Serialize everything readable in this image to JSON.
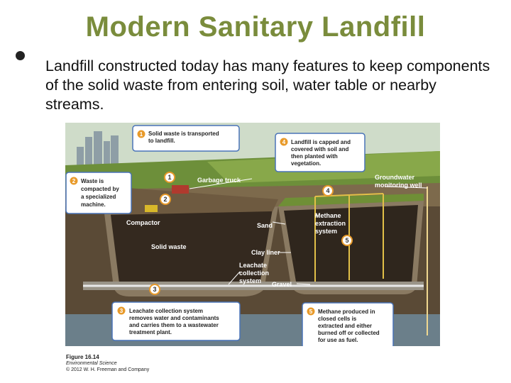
{
  "slide": {
    "title": "Modern Sanitary Landfill",
    "bullet": "Landfill constructed today has many features to keep components of the solid waste from entering soil, water table or nearby streams."
  },
  "figure": {
    "callouts": [
      {
        "num": "1",
        "text_lines": [
          "Solid waste is transported",
          "to landfill."
        ]
      },
      {
        "num": "2",
        "text_lines": [
          "Waste is",
          "compacted by",
          "a specialized",
          "machine."
        ]
      },
      {
        "num": "3",
        "text_lines": [
          "Leachate collection system",
          "removes water and contaminants",
          "and carries them to a wastewater",
          "treatment plant."
        ]
      },
      {
        "num": "4",
        "text_lines": [
          "Landfill is capped and",
          "covered with soil and",
          "then planted with",
          "vegetation."
        ]
      },
      {
        "num": "5",
        "text_lines": [
          "Methane produced in",
          "closed cells is",
          "extracted and either",
          "burned off or collected",
          "for use as fuel."
        ]
      }
    ],
    "markers": [
      "1",
      "2",
      "3",
      "4",
      "5"
    ],
    "labels": {
      "garbage_truck": "Garbage truck",
      "groundwater_1": "Groundwater",
      "groundwater_2": "monitoring well",
      "compactor": "Compactor",
      "sand": "Sand",
      "methane_1": "Methane",
      "methane_2": "extraction",
      "methane_3": "system",
      "solid_waste": "Solid waste",
      "clay_liner": "Clay liner",
      "leachate_1": "Leachate",
      "leachate_2": "collection",
      "leachate_3": "system",
      "gravel": "Gravel"
    },
    "caption": {
      "number": "Figure 16.14",
      "book": "Environmental Science",
      "copyright": "© 2012 W. H. Freeman and Company"
    },
    "colors": {
      "sky": "#c9d8c2",
      "grass": "#7a9a3a",
      "soil": "#5b4a34",
      "waste": "#3a3026",
      "clay": "#8a7a62",
      "callout_border": "#4a74b8",
      "callout_num": "#e89a2a"
    }
  }
}
